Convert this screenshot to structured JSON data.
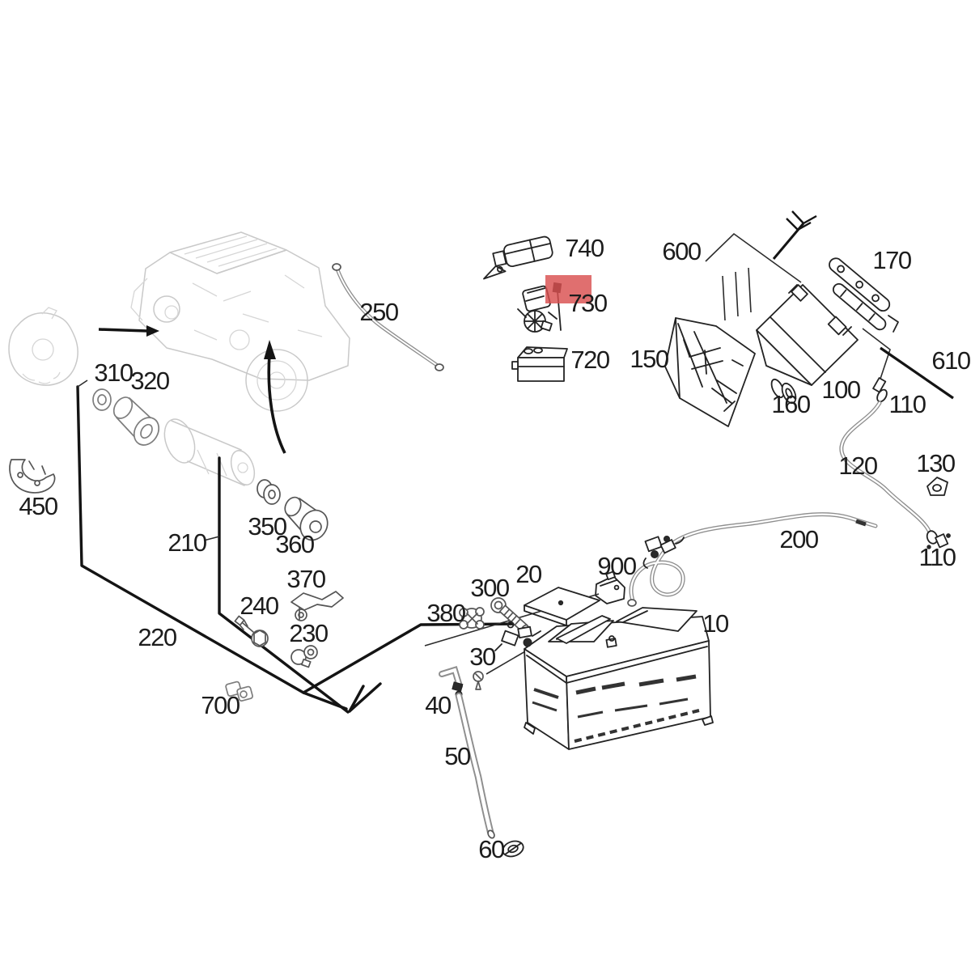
{
  "page": {
    "type": "exploded-parts-diagram",
    "subject": "Vehicle battery, battery tray, cables and vent hose parts diagram",
    "background_color": "#ffffff"
  },
  "style": {
    "line_color": "#232323",
    "faint_sketch_color": "#c9c9c9",
    "label_color": "#1d1d1d"
  },
  "highlight": {
    "highlighted_part": "730",
    "color": "#d94f4f"
  },
  "callouts": [
    {
      "part": "740"
    },
    {
      "part": "730"
    },
    {
      "part": "720"
    },
    {
      "part": "600"
    },
    {
      "part": "170"
    },
    {
      "part": "610"
    },
    {
      "part": "150"
    },
    {
      "part": "100"
    },
    {
      "part": "160"
    },
    {
      "part": "110"
    },
    {
      "part": "120"
    },
    {
      "part": "130"
    },
    {
      "part": "200"
    },
    {
      "part": "110"
    },
    {
      "part": "310"
    },
    {
      "part": "320"
    },
    {
      "part": "250"
    },
    {
      "part": "450"
    },
    {
      "part": "210"
    },
    {
      "part": "350"
    },
    {
      "part": "360"
    },
    {
      "part": "370"
    },
    {
      "part": "240"
    },
    {
      "part": "230"
    },
    {
      "part": "220"
    },
    {
      "part": "700"
    },
    {
      "part": "300"
    },
    {
      "part": "380"
    },
    {
      "part": "20"
    },
    {
      "part": "900"
    },
    {
      "part": "10"
    },
    {
      "part": "30"
    },
    {
      "part": "40"
    },
    {
      "part": "50"
    },
    {
      "part": "60"
    }
  ]
}
